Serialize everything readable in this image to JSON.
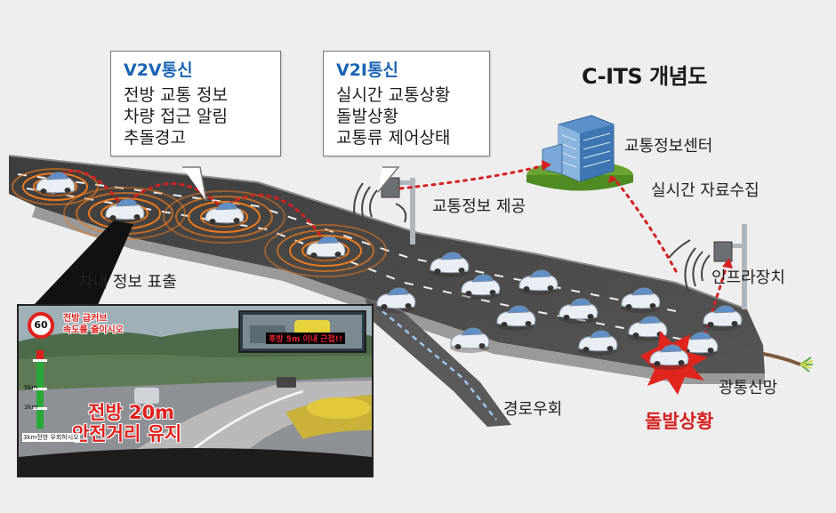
{
  "title": "C-ITS 개념도",
  "v2v": {
    "title": "V2V통신",
    "lines": [
      "전방 교통 정보",
      "차량 접근 알림",
      "추돌경고"
    ]
  },
  "v2i": {
    "title": "V2I통신",
    "lines": [
      "실시간 교통상황",
      "돌발상황",
      "교통류 제어상태"
    ]
  },
  "labels": {
    "traffic_center": "교통정보센터",
    "realtime_collection": "실시간 자료수집",
    "info_provision": "교통정보 제공",
    "infra_device": "인프라장치",
    "in_car_display": "차내 정보 표출",
    "fiber_network": "광통신망",
    "detour": "경로우회",
    "emergency": "돌발상황"
  },
  "inset": {
    "speed_sign": "60",
    "warning_lines": [
      "전방 급커브",
      "속도를 줄이시오"
    ],
    "rear_warning": "후방 5m 이내 근접!!",
    "main_warning": [
      "전방 20m",
      "안전거리 유지"
    ],
    "distance_ticks": [
      "5km",
      "3km"
    ],
    "bottom_caption": "3km전방 우회하시오"
  },
  "colors": {
    "accent_blue": "#1b64b4",
    "alert_red": "#d42020",
    "signal_orange": "#ee7a1c",
    "road": "#4b4b4b"
  }
}
